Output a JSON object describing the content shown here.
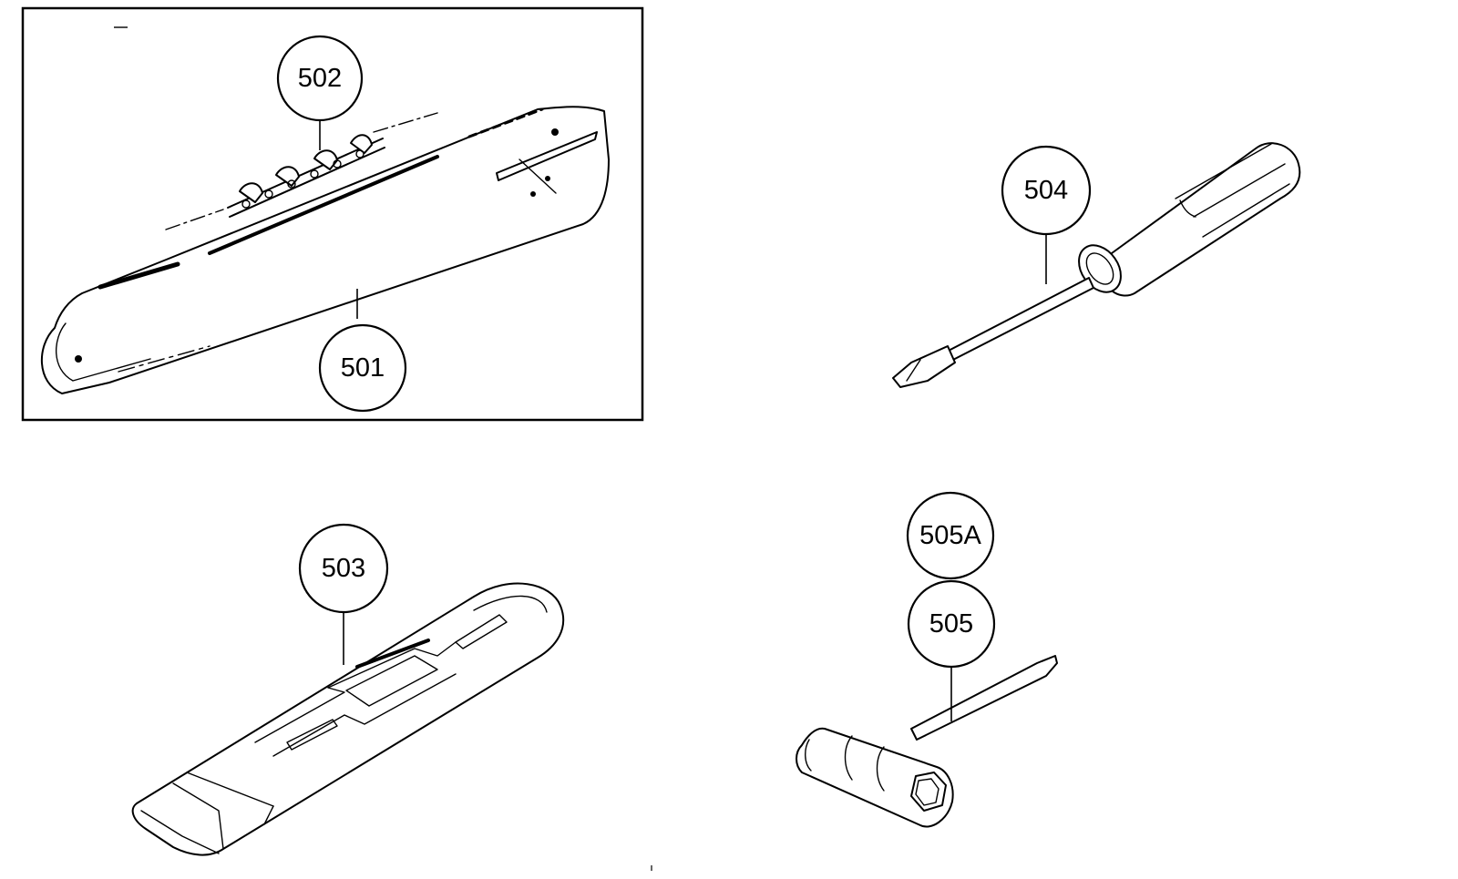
{
  "diagram": {
    "callouts": [
      {
        "id": "501",
        "label": "501",
        "part": "guide-bar"
      },
      {
        "id": "502",
        "label": "502",
        "part": "saw-chain"
      },
      {
        "id": "503",
        "label": "503",
        "part": "bar-cover"
      },
      {
        "id": "504",
        "label": "504",
        "part": "screwdriver"
      },
      {
        "id": "505A",
        "label": "505A",
        "part": "combination-wrench-alt"
      },
      {
        "id": "505",
        "label": "505",
        "part": "combination-wrench"
      }
    ]
  }
}
